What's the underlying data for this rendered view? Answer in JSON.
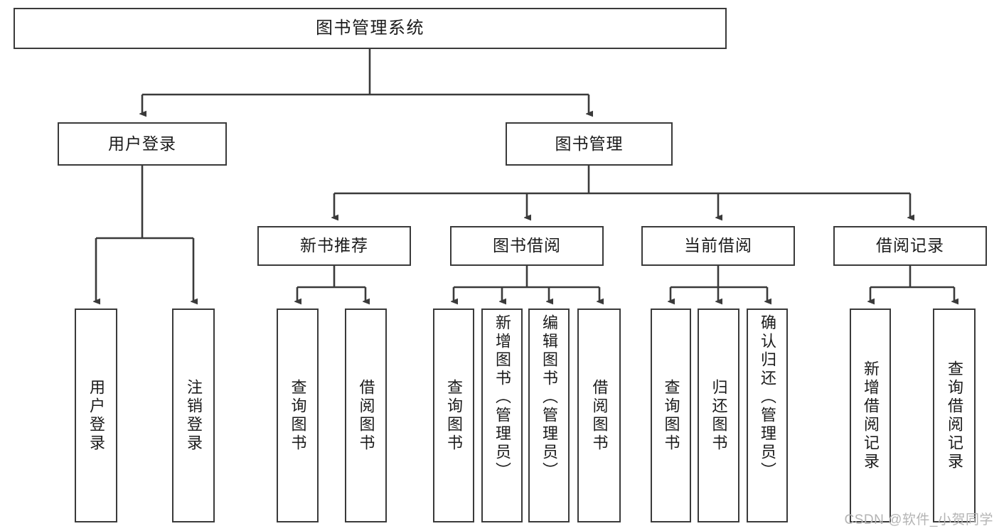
{
  "diagram": {
    "title": "图书管理系统",
    "type": "hierarchy-tree",
    "stroke_color": "#3a3a3a",
    "fill_color": "#ffffff",
    "background_color": "#ffffff",
    "nodes": {
      "root": {
        "label": "图书管理系统"
      },
      "level2": [
        {
          "id": "user-login",
          "label": "用户登录"
        },
        {
          "id": "book-manage",
          "label": "图书管理"
        }
      ],
      "level3": [
        {
          "id": "new-book-recommend",
          "label": "新书推荐"
        },
        {
          "id": "book-borrow",
          "label": "图书借阅"
        },
        {
          "id": "current-borrow",
          "label": "当前借阅"
        },
        {
          "id": "borrow-record",
          "label": "借阅记录"
        }
      ],
      "leaves": {
        "user_login": [
          {
            "id": "leaf-user-login",
            "label": "用户登录"
          },
          {
            "id": "leaf-logout-login",
            "label": "注销登录"
          }
        ],
        "new_book_recommend": [
          {
            "id": "leaf-query-book-1",
            "label": "查询图书"
          },
          {
            "id": "leaf-borrow-book-1",
            "label": "借阅图书"
          }
        ],
        "book_borrow": [
          {
            "id": "leaf-query-book-2",
            "label": "查询图书"
          },
          {
            "id": "leaf-add-book",
            "label": "新增图书（管理员）"
          },
          {
            "id": "leaf-edit-book",
            "label": "编辑图书（管理员）"
          },
          {
            "id": "leaf-borrow-book-2",
            "label": "借阅图书"
          }
        ],
        "current_borrow": [
          {
            "id": "leaf-query-book-3",
            "label": "查询图书"
          },
          {
            "id": "leaf-return-book",
            "label": "归还图书"
          },
          {
            "id": "leaf-confirm-return",
            "label": "确认归还（管理员）"
          }
        ],
        "borrow_record": [
          {
            "id": "leaf-add-record",
            "label": "新增借阅记录"
          },
          {
            "id": "leaf-query-record",
            "label": "查询借阅记录"
          }
        ]
      }
    }
  },
  "watermark": {
    "text": "CSDN @软件_小贺同学"
  }
}
